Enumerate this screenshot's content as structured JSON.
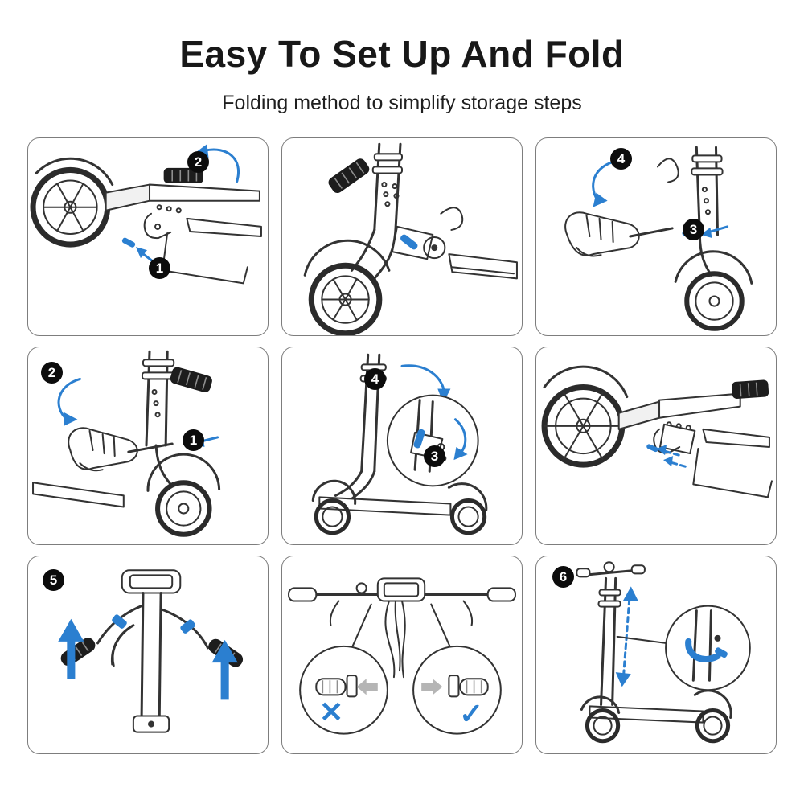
{
  "header": {
    "title": "Easy To Set Up And Fold",
    "subtitle": "Folding method to simplify storage steps"
  },
  "colors": {
    "accent": "#2b7fd0",
    "ink": "#181818",
    "panel_border": "#7d7d7d"
  },
  "marks": {
    "wrong": "✕",
    "right": "✓"
  },
  "panels": [
    {
      "badges": [
        "2",
        "1"
      ]
    },
    {
      "badges": []
    },
    {
      "badges": [
        "4",
        "3"
      ]
    },
    {
      "badges": [
        "2",
        "1"
      ]
    },
    {
      "badges": [
        "4",
        "3"
      ]
    },
    {
      "badges": []
    },
    {
      "badges": [
        "5"
      ]
    },
    {
      "badges": []
    },
    {
      "badges": [
        "6"
      ]
    }
  ]
}
